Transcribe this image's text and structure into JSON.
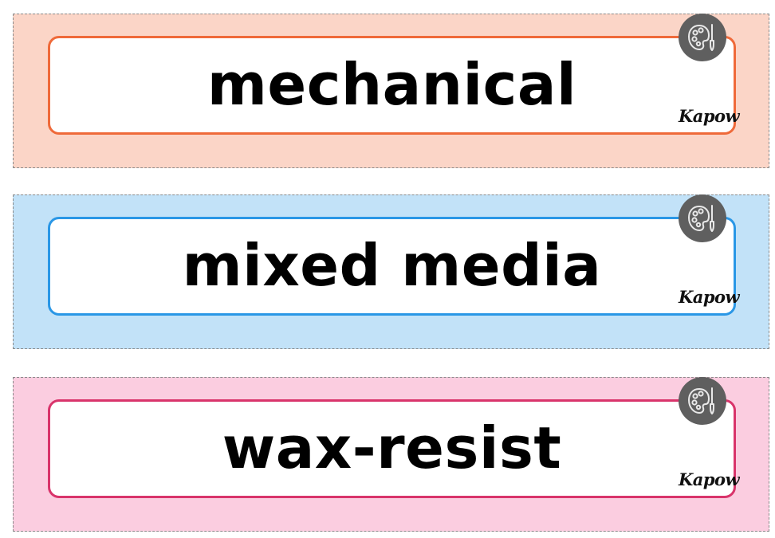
{
  "cards": [
    {
      "word": "mechanical",
      "brand": "Kapow",
      "icon": "art-palette-icon",
      "border_color": "#ef6a3a",
      "background_color": "#fbd5c7"
    },
    {
      "word": "mixed media",
      "brand": "Kapow",
      "icon": "art-palette-icon",
      "border_color": "#2a97e6",
      "background_color": "#c2e2f8"
    },
    {
      "word": "wax-resist",
      "brand": "Kapow",
      "icon": "art-palette-icon",
      "border_color": "#d9346b",
      "background_color": "#fbcde0"
    }
  ]
}
